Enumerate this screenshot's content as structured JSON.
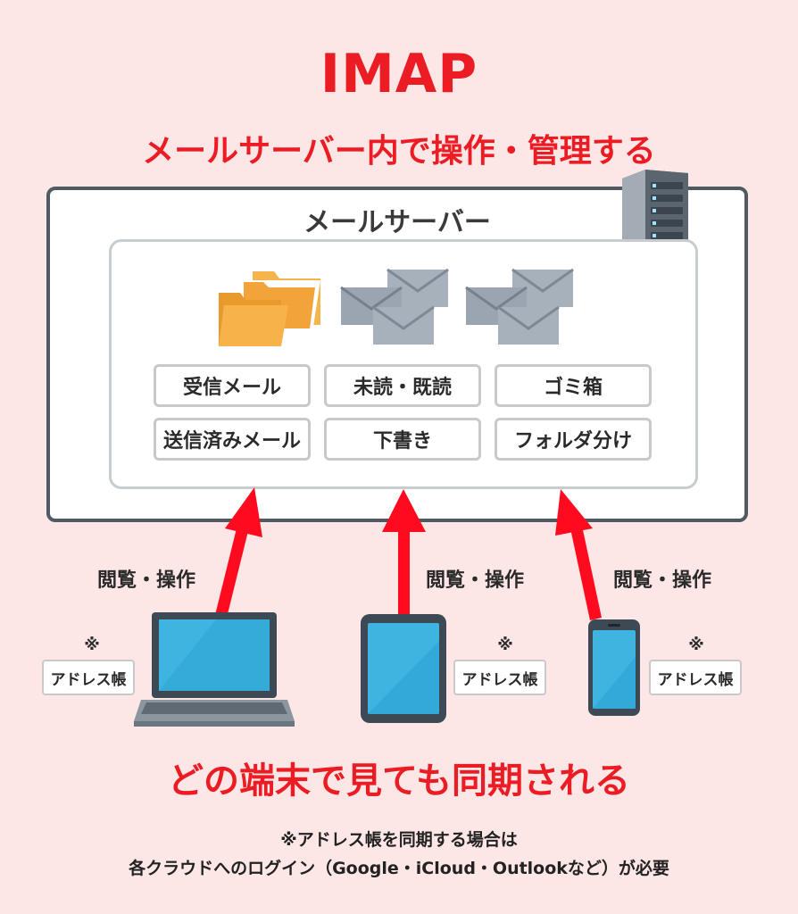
{
  "title": "IMAP",
  "subtitle": "メールサーバー内で操作・管理する",
  "server": {
    "label": "メールサーバー",
    "folders": [
      {
        "label": "受信メール"
      },
      {
        "label": "未読・既読"
      },
      {
        "label": "ゴミ箱"
      },
      {
        "label": "送信済みメール"
      },
      {
        "label": "下書き"
      },
      {
        "label": "フォルダ分け"
      }
    ]
  },
  "devices": [
    {
      "name": "laptop",
      "operation": "閲覧・操作",
      "note_mark": "※",
      "address_book": "アドレス帳"
    },
    {
      "name": "tablet",
      "operation": "閲覧・操作",
      "note_mark": "※",
      "address_book": "アドレス帳"
    },
    {
      "name": "smartphone",
      "operation": "閲覧・操作",
      "note_mark": "※",
      "address_book": "アドレス帳"
    }
  ],
  "sync_message": "どの端末で見ても同期される",
  "footnote": {
    "line1": "※アドレス帳を同期する場合は",
    "line2": "各クラウドへのログイン（Google・iCloud・Outlookなど）が必要"
  },
  "colors": {
    "accent_red": "#ec1c24",
    "background": "#fde6e6",
    "server_border": "#4f5a63",
    "folder": "#f2a33a",
    "envelope": "#9aa5b1",
    "device_screen": "#2aa6d8"
  }
}
